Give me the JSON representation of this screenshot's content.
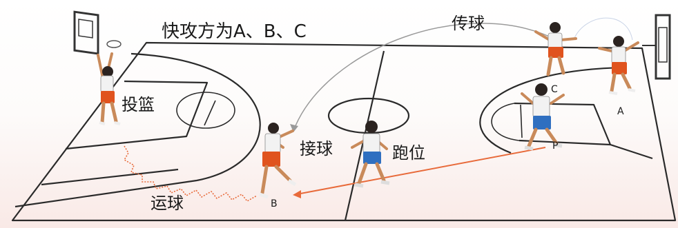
{
  "labels": {
    "title": "快攻方为A、B、C",
    "pass": "传球",
    "shoot": "投篮",
    "catch": "接球",
    "run": "跑位",
    "dribble": "运球",
    "player_a": "A",
    "player_b": "B",
    "player_c": "C",
    "player_p": "P"
  },
  "colors": {
    "court_line": "#2a2a2a",
    "move_path": "#e86a3a",
    "pass_path": "#9a9a9a",
    "shorts": "#e0531e",
    "opponent_shorts": "#2f6fc0"
  }
}
